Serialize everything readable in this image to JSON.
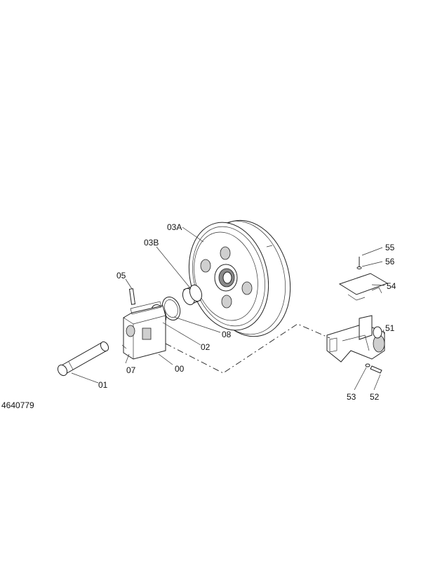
{
  "drawing_number": "4640779",
  "callouts": {
    "c55": "55",
    "c56": "56",
    "c54": "54",
    "c51": "51",
    "c53": "53",
    "c52": "52",
    "c03A": "03A",
    "c03B": "03B",
    "c05": "05",
    "c08": "08",
    "c02": "02",
    "c07": "07",
    "c00": "00",
    "c01": "01"
  }
}
